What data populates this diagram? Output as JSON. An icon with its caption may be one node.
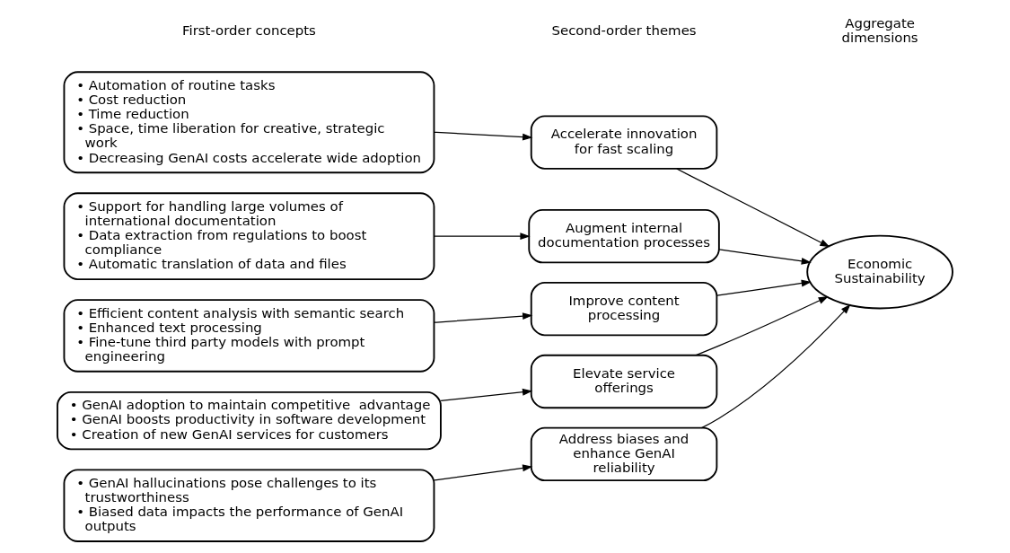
{
  "diagram": {
    "nodes": [
      {
        "text": [
          "• Automation of routine tasks",
          "• Cost reduction",
          "• Time reduction",
          "• Space, time liberation for creative, strategic work",
          "• Decreasing GenAI costs accelerate wide adoption"
        ]
      },
      {
        "text": [
          "• Support for handling large volumes of international documentation",
          "• Data extraction from regulations to boost compliance",
          "• Automatic translation of data and files"
        ]
      },
      {
        "text": [
          "• Efficient content analysis with semantic search",
          "• Enhanced text processing",
          "• Fine-tune third party models with prompt engineering"
        ]
      },
      {
        "text": [
          "• GenAI adoption to maintain competitive  advantage",
          "• GenAI boosts productivity in software development",
          "• Creation of new GenAI services for customers"
        ]
      },
      {
        "text": [
          "• GenAI hallucinations pose challenges to its trustworthiness",
          "• Biased data impacts the performance of GenAI outputs"
        ]
      },
      {
        "text": [
          "Accelerate innovation for fast scaling"
        ]
      },
      {
        "text": [
          "Augment internal documentation processes"
        ]
      },
      {
        "text": [
          "Improve content processing"
        ]
      },
      {
        "text": [
          "Elevate service offerings"
        ]
      },
      {
        "text": [
          "Address biases and enhance GenAI  reliability"
        ]
      },
      {
        "text": [
          "Economic Sustainability"
        ]
      }
    ],
    "edges": [
      {
        "from": 0,
        "to": 5,
        "arrow": "to"
      },
      {
        "from": 1,
        "to": 6,
        "arrow": "to"
      },
      {
        "from": 2,
        "to": 7,
        "arrow": "to"
      },
      {
        "from": 3,
        "to": 8,
        "arrow": "to"
      },
      {
        "from": 4,
        "to": 9,
        "arrow": "to"
      },
      {
        "from": 5,
        "to": 10,
        "arrow": "to"
      },
      {
        "from": 6,
        "to": 10,
        "arrow": "to"
      },
      {
        "from": 7,
        "to": 10,
        "arrow": "to"
      },
      {
        "from": 8,
        "to": 10,
        "arrow": "to"
      },
      {
        "from": 9,
        "to": 10,
        "arrow": "to"
      }
    ],
    "labels": [
      "First-order concepts",
      "Second-order themes",
      "Aggregate dimensions"
    ]
  }
}
